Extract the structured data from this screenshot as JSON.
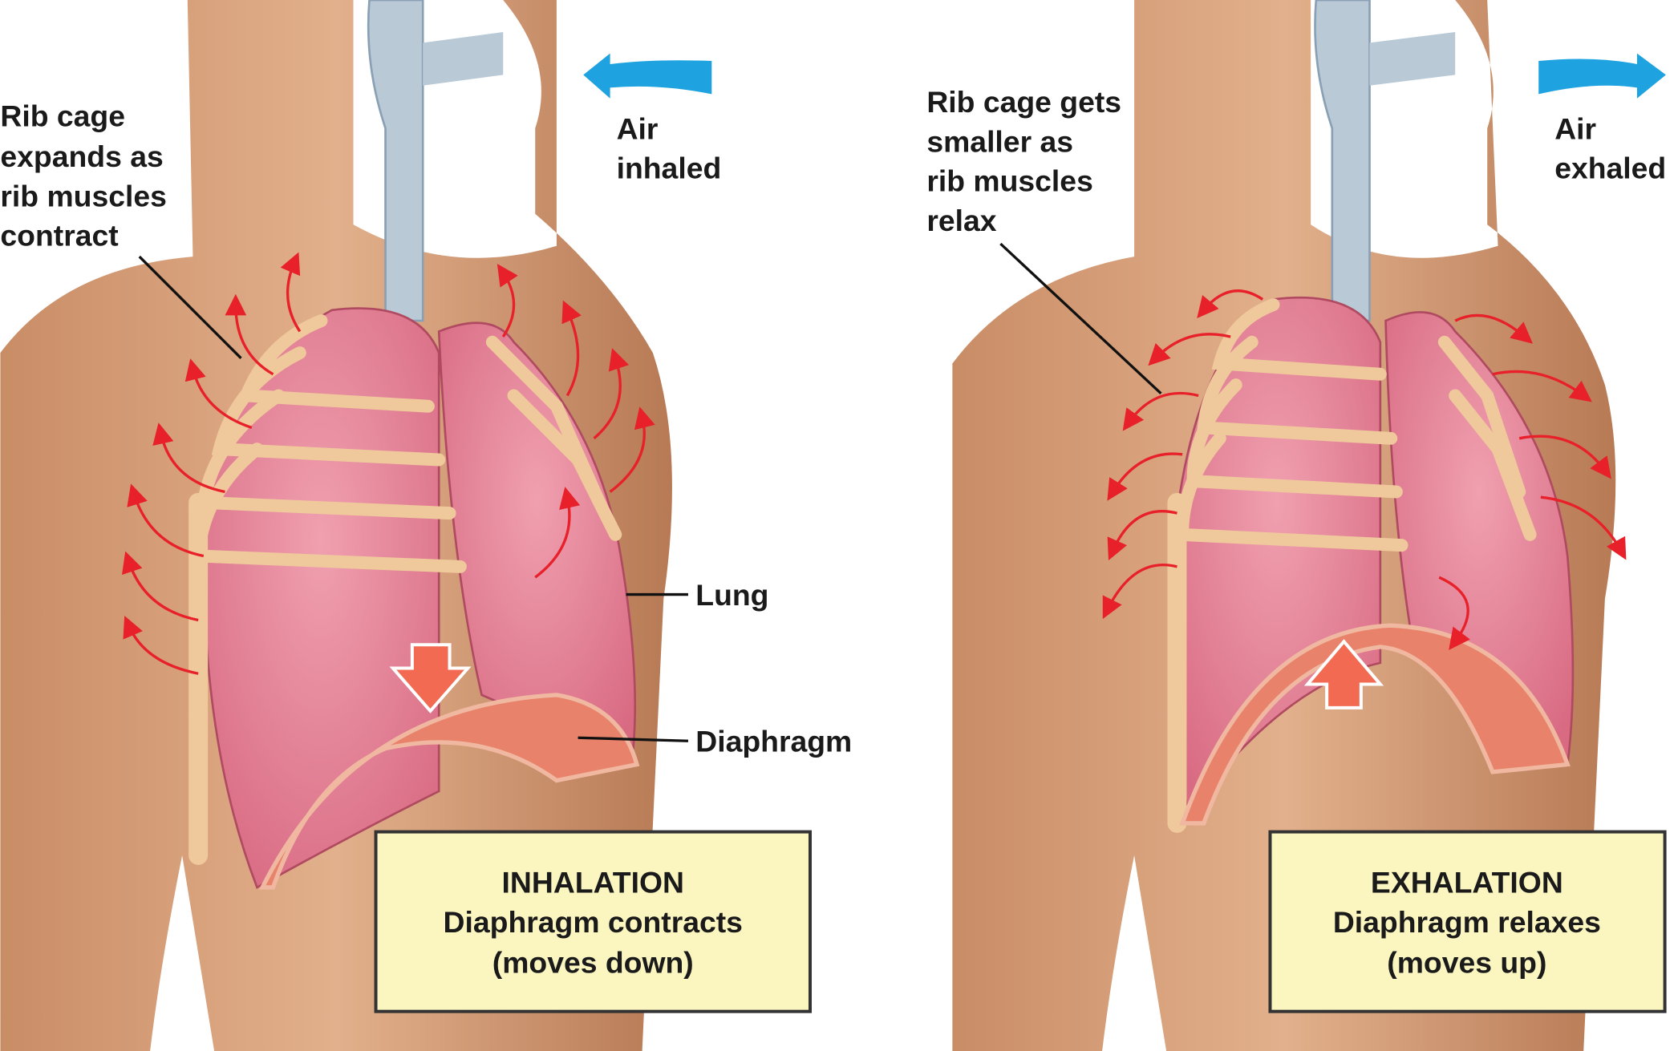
{
  "colors": {
    "skin": "#d8a27c",
    "lung": "#e07d92",
    "rib": "#efc89c",
    "air_arrow": "#1ea3e0",
    "box_fill": "#fbf6c0",
    "red_arrow": "#e8202a",
    "diaphragm": "#e8826a"
  },
  "inhalation": {
    "rib_label": [
      "Rib cage",
      "expands as",
      "rib muscles",
      "contract"
    ],
    "air_label": [
      "Air",
      "inhaled"
    ],
    "lung_label": "Lung",
    "diaphragm_label": "Diaphragm",
    "box": [
      "INHALATION",
      "Diaphragm contracts",
      "(moves down)"
    ]
  },
  "exhalation": {
    "rib_label": [
      "Rib cage gets",
      "smaller as",
      "rib muscles",
      "relax"
    ],
    "air_label": [
      "Air",
      "exhaled"
    ],
    "box": [
      "EXHALATION",
      "Diaphragm relaxes",
      "(moves up)"
    ]
  }
}
